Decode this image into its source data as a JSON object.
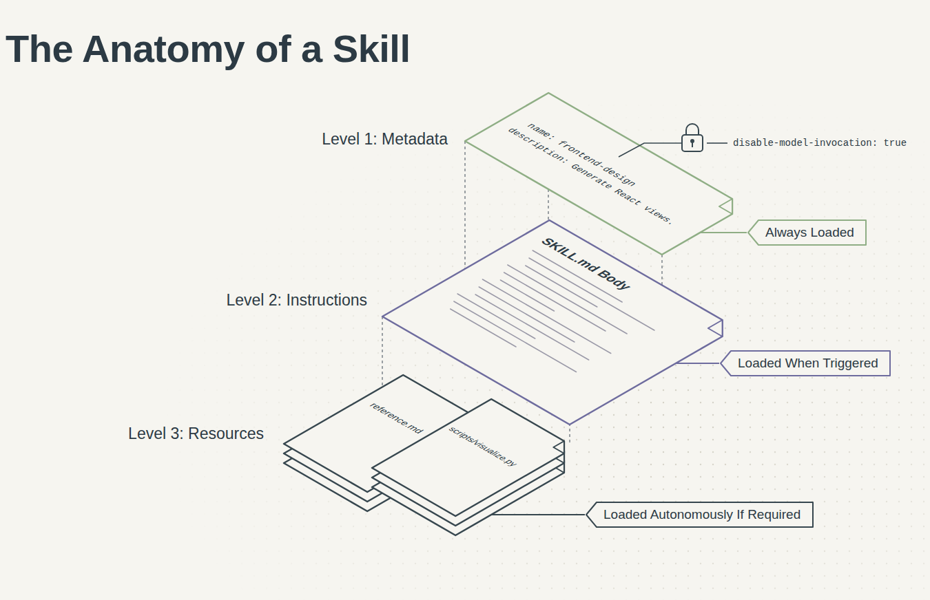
{
  "diagram": {
    "title": "The Anatomy of a Skill",
    "nodes": [
      {
        "text": [
          "name: frontend-design",
          "description: Generate React views."
        ]
      },
      {
        "text": [
          "Always Loaded"
        ]
      },
      {
        "text": [
          "SKILL.md Body"
        ]
      },
      {
        "text": [
          "Loaded When Triggered"
        ]
      },
      {
        "text": [
          "reference.md"
        ]
      },
      {
        "text": [
          "scripts/visualize.py"
        ]
      },
      {
        "text": [
          "Loaded Autonomously If Required"
        ]
      }
    ],
    "edges": [
      {
        "from": 0,
        "to": 1,
        "arrow": "none"
      },
      {
        "from": 2,
        "to": 3,
        "arrow": "none"
      },
      {
        "from": 5,
        "to": 6,
        "arrow": "none"
      }
    ],
    "labels": [
      "Level 1: Metadata",
      "Level 2: Instructions",
      "Level 3: Resources",
      "disable-model-invocation: true"
    ]
  }
}
